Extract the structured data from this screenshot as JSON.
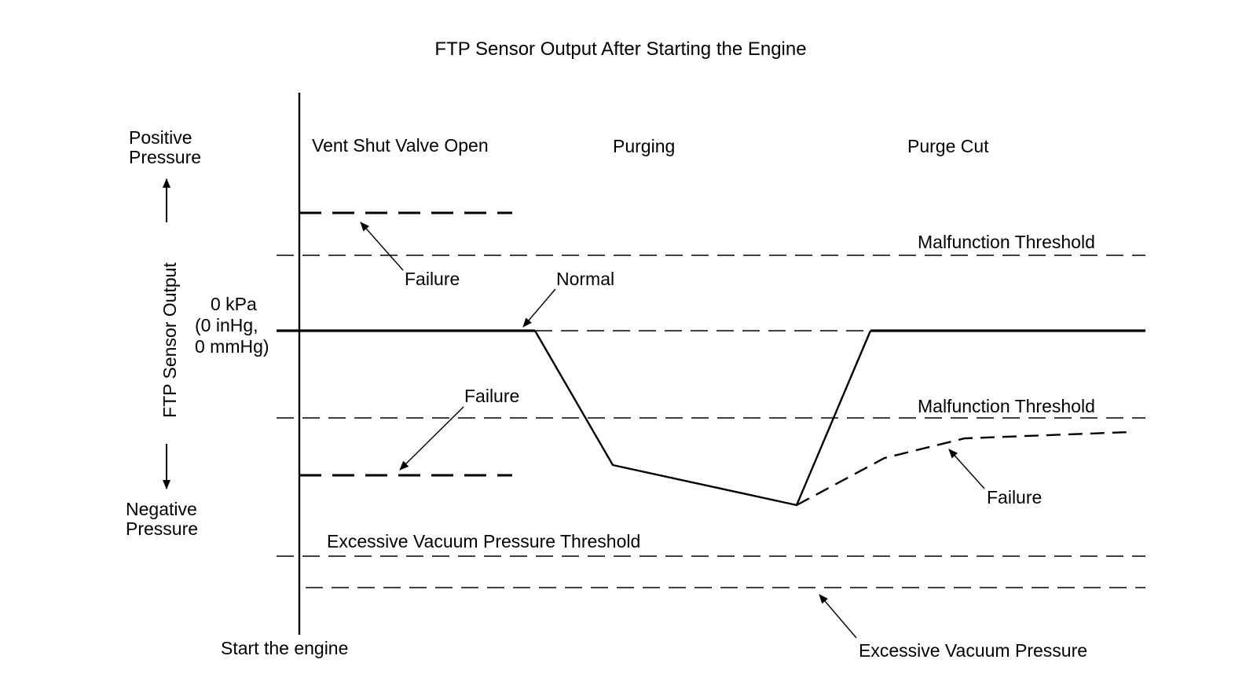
{
  "title": "FTP Sensor Output After Starting the Engine",
  "y_axis": {
    "label": "FTP Sensor Output",
    "positive": [
      "Positive",
      "Pressure"
    ],
    "negative": [
      "Negative",
      "Pressure"
    ],
    "zero": [
      "0 kPa",
      "(0 inHg,",
      "0 mmHg)"
    ]
  },
  "x_axis": {
    "start_label": "Start the engine"
  },
  "phases": {
    "vent": "Vent Shut Valve Open",
    "purging": "Purging",
    "purge_cut": "Purge Cut"
  },
  "thresholds": {
    "upper_malfunction": "Malfunction Threshold",
    "lower_malfunction": "Malfunction Threshold",
    "excessive_vacuum_threshold": "Excessive Vacuum Pressure Threshold"
  },
  "annotations": {
    "failure_high": "Failure",
    "failure_low": "Failure",
    "failure_right": "Failure",
    "normal": "Normal",
    "excessive_vacuum": "Excessive Vacuum Pressure"
  }
}
